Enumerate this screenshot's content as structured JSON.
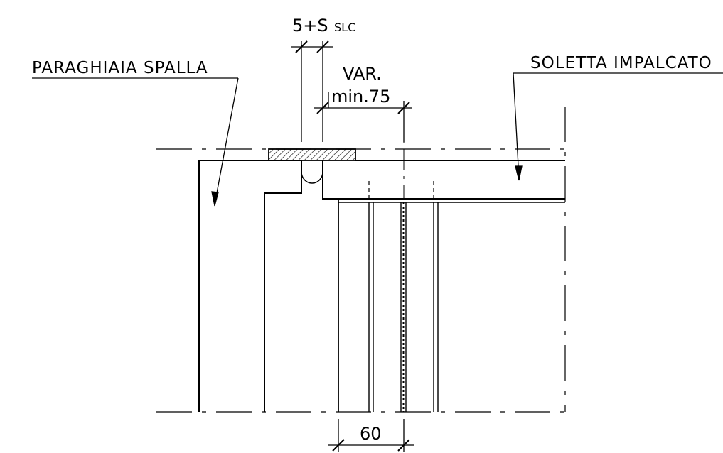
{
  "labels": {
    "abutment": "PARAGHIAIA SPALLA",
    "deck": "SOLETTA IMPALCATO"
  },
  "dimensions": {
    "joint_gap_main": "5+S",
    "joint_gap_sub": "SLC",
    "variable_line1": "VAR.",
    "variable_line2": "min.75",
    "bottom": "60"
  }
}
